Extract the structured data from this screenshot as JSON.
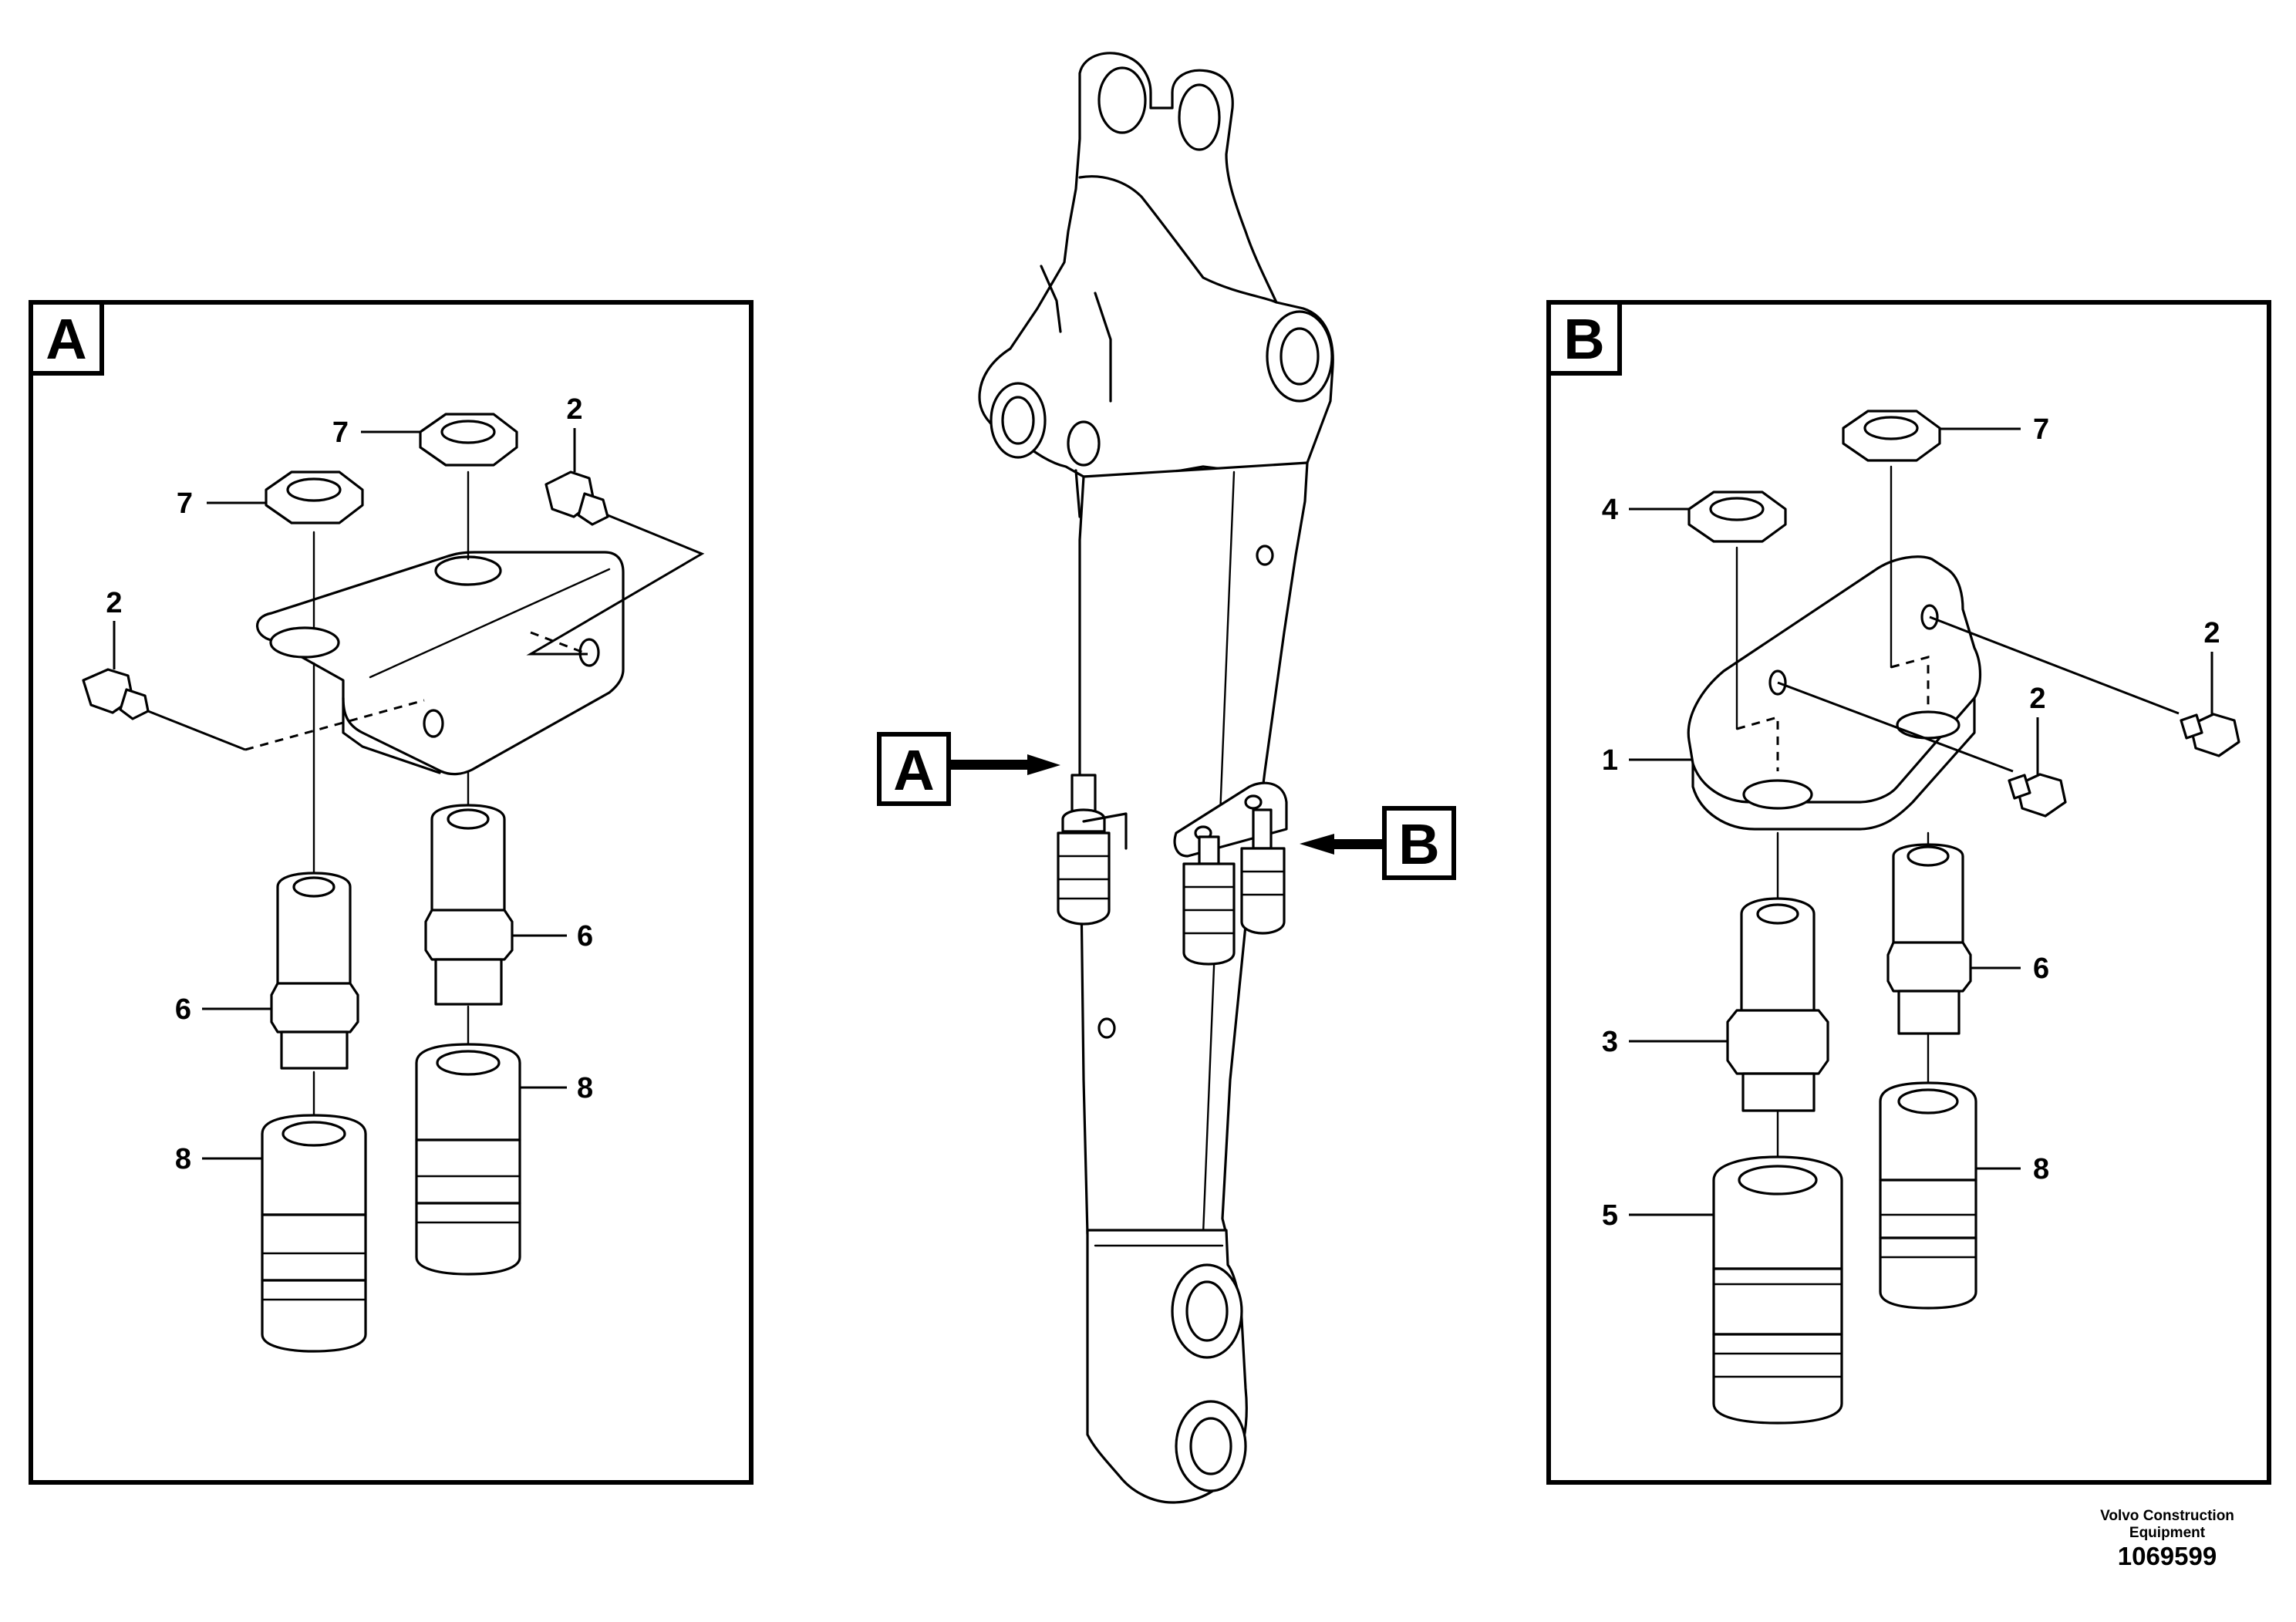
{
  "diagram": {
    "detail_a": {
      "view_label": "A",
      "callouts": [
        "7",
        "7",
        "2",
        "2",
        "6",
        "6",
        "8",
        "8"
      ]
    },
    "detail_b": {
      "view_label": "B",
      "callouts": [
        "7",
        "4",
        "2",
        "1",
        "2",
        "6",
        "3",
        "8",
        "5"
      ]
    },
    "boom_markers": [
      "A",
      "B"
    ]
  },
  "footer": {
    "brand_line1": "Volvo Construction",
    "brand_line2": "Equipment",
    "drawing_number": "1069599"
  }
}
